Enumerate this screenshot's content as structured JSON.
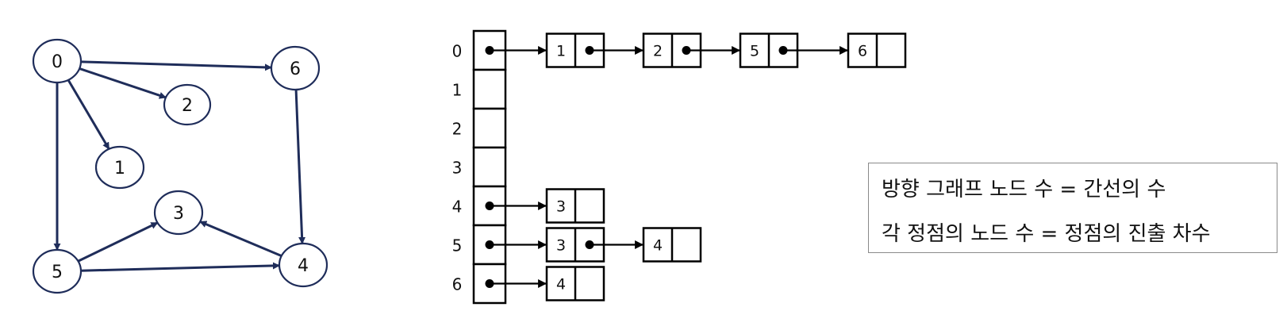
{
  "graph": {
    "nodes": [
      {
        "id": "0",
        "label": "0"
      },
      {
        "id": "6",
        "label": "6"
      },
      {
        "id": "2",
        "label": "2"
      },
      {
        "id": "1",
        "label": "1"
      },
      {
        "id": "3",
        "label": "3"
      },
      {
        "id": "5",
        "label": "5"
      },
      {
        "id": "4",
        "label": "4"
      }
    ],
    "edges": [
      {
        "from": "0",
        "to": "6"
      },
      {
        "from": "0",
        "to": "2"
      },
      {
        "from": "0",
        "to": "1"
      },
      {
        "from": "0",
        "to": "5"
      },
      {
        "from": "6",
        "to": "4"
      },
      {
        "from": "4",
        "to": "3"
      },
      {
        "from": "5",
        "to": "3"
      },
      {
        "from": "5",
        "to": "4"
      }
    ]
  },
  "adjacency_list": {
    "rows": [
      {
        "index": "0",
        "neighbors": [
          "1",
          "2",
          "5",
          "6"
        ]
      },
      {
        "index": "1",
        "neighbors": []
      },
      {
        "index": "2",
        "neighbors": []
      },
      {
        "index": "3",
        "neighbors": []
      },
      {
        "index": "4",
        "neighbors": [
          "3"
        ]
      },
      {
        "index": "5",
        "neighbors": [
          "3",
          "4"
        ]
      },
      {
        "index": "6",
        "neighbors": [
          "4"
        ]
      }
    ]
  },
  "notes": {
    "line1": "방향 그래프 노드 수 = 간선의 수",
    "line2": "각 정점의 노드 수 = 정점의 진출 차수"
  },
  "colors": {
    "graph_stroke": "#1f2d5a",
    "list_stroke": "#000000",
    "note_border": "#8a8a8a"
  }
}
